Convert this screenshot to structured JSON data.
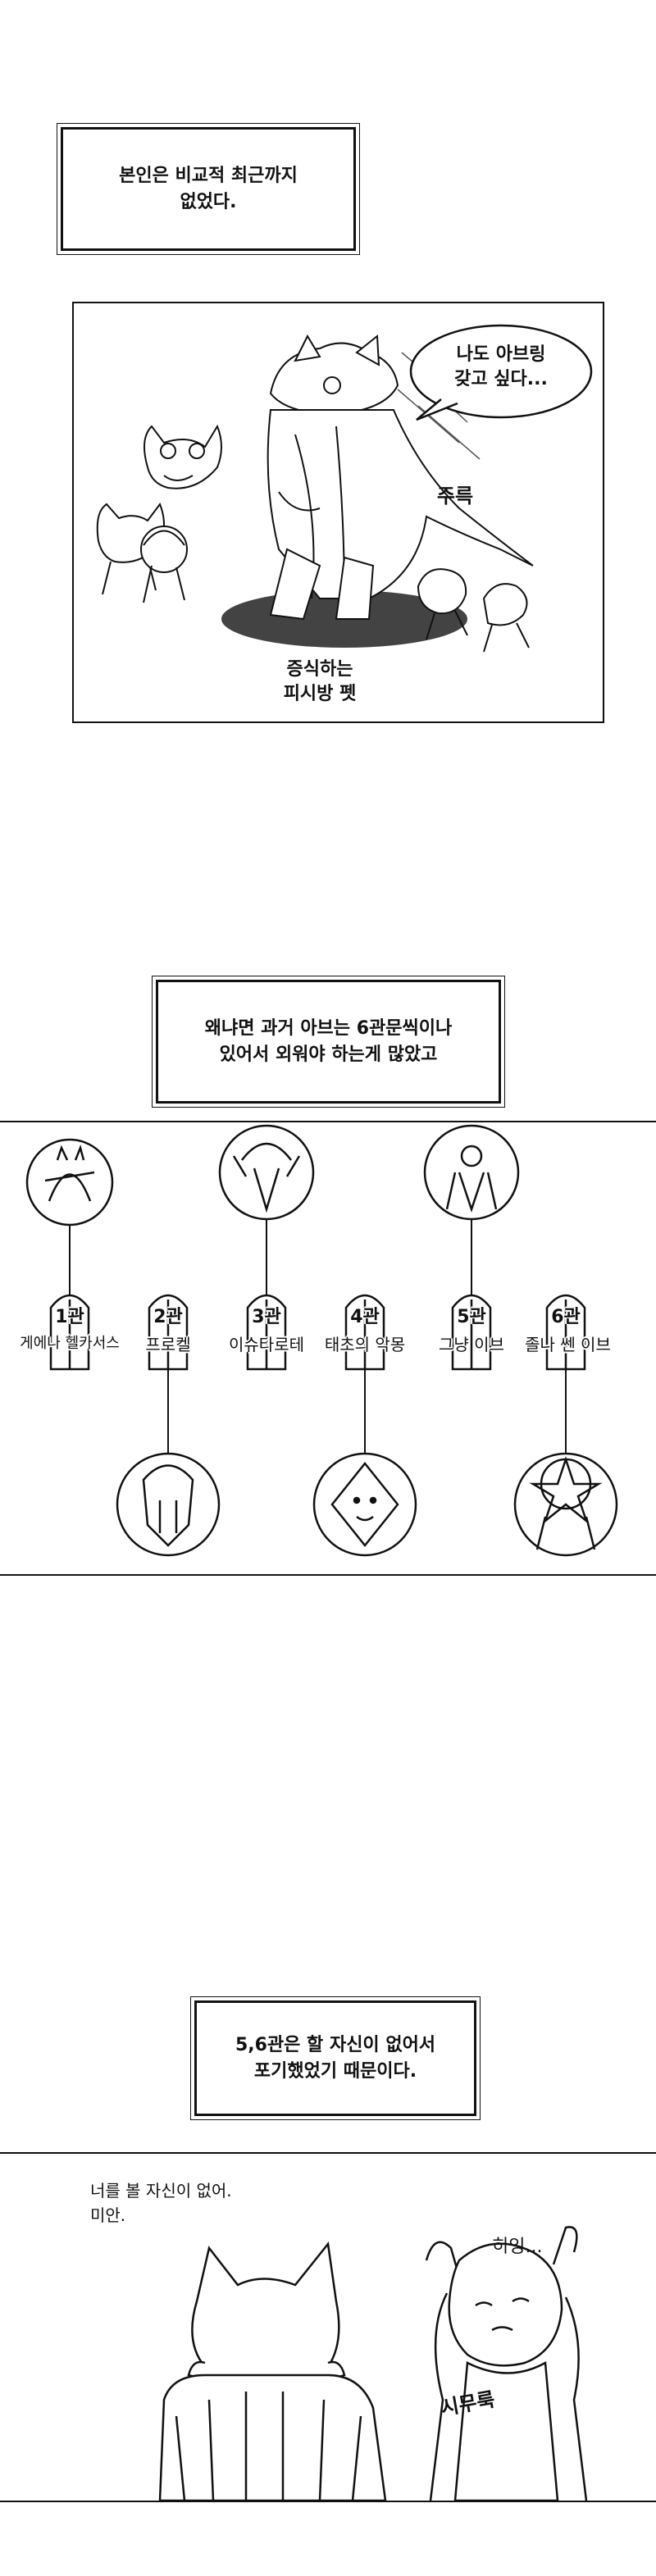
{
  "captions": {
    "intro": "본인은 비교적 최근까지\n없었다.",
    "reason": "왜냐면 과거 아브는 6관문씩이나\n있어서 외워야 하는게 많았고",
    "giveup": "5,6관은 할 자신이 없어서\n포기했었기 때문이다."
  },
  "panel1": {
    "speech": "나도 아브링\n갖고 싶다...",
    "sfx_sound": "주륵",
    "sfx_label": "증식하는\n피시방 펫"
  },
  "stages": [
    {
      "label": "1관",
      "name": "게에나 헬카서스"
    },
    {
      "label": "2관",
      "name": "프로켈"
    },
    {
      "label": "3관",
      "name": "이슈타로테"
    },
    {
      "label": "4관",
      "name": "태초의 악몽"
    },
    {
      "label": "5관",
      "name": "그냥 이브"
    },
    {
      "label": "6관",
      "name": "졸나 쎈 이브"
    }
  ],
  "panel3": {
    "speech_left": "너를 볼 자신이 없어.\n미안.",
    "speech_right": "히잉...",
    "sfx": "시무룩"
  }
}
